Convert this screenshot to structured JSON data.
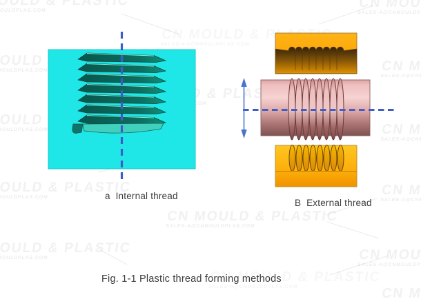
{
  "figure_a": {
    "label": "a  Internal thread"
  },
  "figure_b": {
    "label": "B  External thread"
  },
  "caption": "Fig. 1-1 Plastic thread forming methods",
  "watermark": {
    "title": "CN MOULD & PLASTIC",
    "subtitle": "SALES-A@CNMOULDPLAS.COM"
  },
  "colors": {
    "cavity_cyan": "#1FE7E7",
    "thread_teal_dark": "#0B695D",
    "thread_teal_light": "#41D0BD",
    "mold_orange": "#FFA400",
    "mold_dark_brown": "#33200A",
    "core_pink_light": "#F6D2D2",
    "core_pink_dark": "#7E5252",
    "centerline_blue": "#3E5EC6",
    "label_text": "#3C3C3C"
  }
}
